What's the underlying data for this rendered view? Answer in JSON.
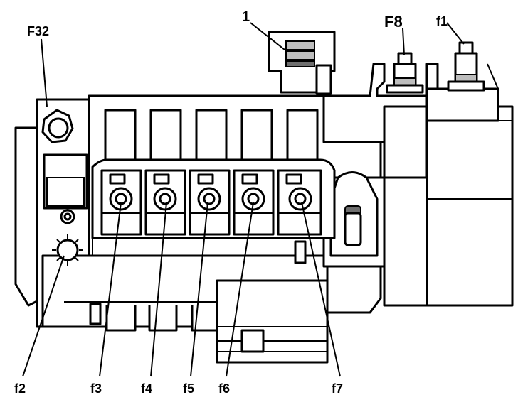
{
  "diagram": {
    "labels": {
      "part_1": "1",
      "F32": "F32",
      "F8": "F8",
      "f1": "f1",
      "f2": "f2",
      "f3": "f3",
      "f4": "f4",
      "f5": "f5",
      "f6": "f6",
      "f7": "f7"
    }
  },
  "colors": {
    "line": "#000000",
    "background": "#ffffff",
    "shade": "#bdbdbd"
  }
}
